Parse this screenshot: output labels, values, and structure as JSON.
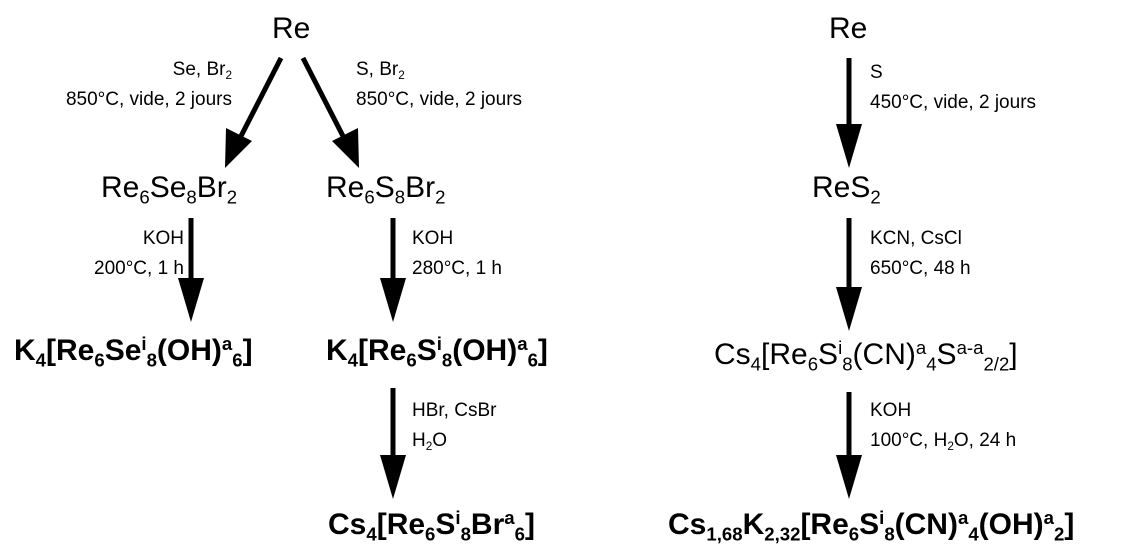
{
  "left_scheme": {
    "start": "Re",
    "branch_se": {
      "conditions": [
        "Se, Br₂",
        "850°C, vide, 2 jours"
      ],
      "intermediate": "Re₆Se₈Br₂",
      "step2_conditions": [
        "KOH",
        "200°C, 1 h"
      ],
      "product": "K₄[Re₆Seⁱ₈(OH)ᵃ₆]"
    },
    "branch_s": {
      "conditions": [
        "S, Br₂",
        "850°C, vide, 2 jours"
      ],
      "intermediate": "Re₆S₈Br₂",
      "step2_conditions": [
        "KOH",
        "280°C, 1 h"
      ],
      "product": "K₄[Re₆Sⁱ₈(OH)ᵃ₆]",
      "step3_conditions": [
        "HBr, CsBr",
        "H₂O"
      ],
      "product2": "Cs₄[Re₆Sⁱ₈Brᵃ₆]"
    }
  },
  "right_scheme": {
    "start": "Re",
    "step1_conditions": [
      "S",
      "450°C, vide, 2 jours"
    ],
    "intermediate": "ReS₂",
    "step2_conditions": [
      "KCN, CsCl",
      "650°C, 48 h"
    ],
    "product": "Cs₄[Re₆Sⁱ₈(CN)ᵃ₄Sᵃ⁻ᵃ₂/₂]",
    "step3_conditions": [
      "KOH",
      "100°C, H₂O, 24 h"
    ],
    "product2": "Cs₁,₆₈K₂,₃₂[Re₆Sⁱ₈(CN)ᵃ₄(OH)ᵃ₂]"
  }
}
